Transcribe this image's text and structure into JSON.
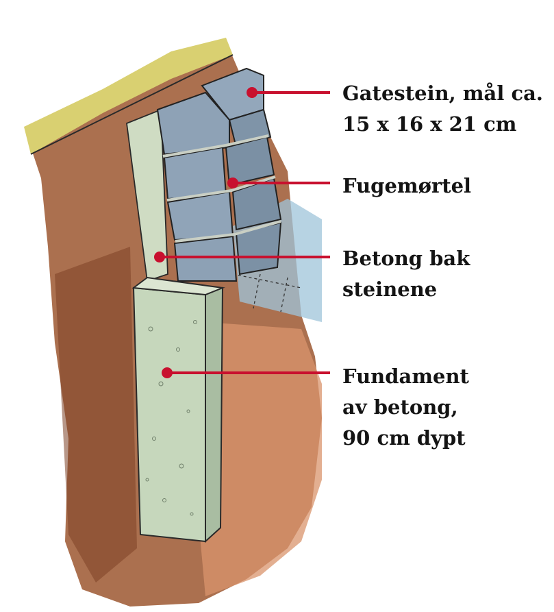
{
  "labels": {
    "gatestein": {
      "lines": [
        "Gatestein, mål ca.",
        "15 x 16 x 21 cm"
      ]
    },
    "fugemortel": {
      "lines": [
        "Fugemørtel"
      ]
    },
    "betong_bak": {
      "lines": [
        "Betong bak",
        "steinene"
      ]
    },
    "fundament": {
      "lines": [
        "Fundament",
        "av betong,",
        "90 cm dypt"
      ]
    }
  },
  "colors": {
    "callout": "#c8102e",
    "stone": "#8fa3b8",
    "mortar": "#c9cfc4",
    "concrete": "#c7d8bf",
    "soil": "#9b5a3a",
    "grass": "#d9d071",
    "label_text": "#141414"
  }
}
